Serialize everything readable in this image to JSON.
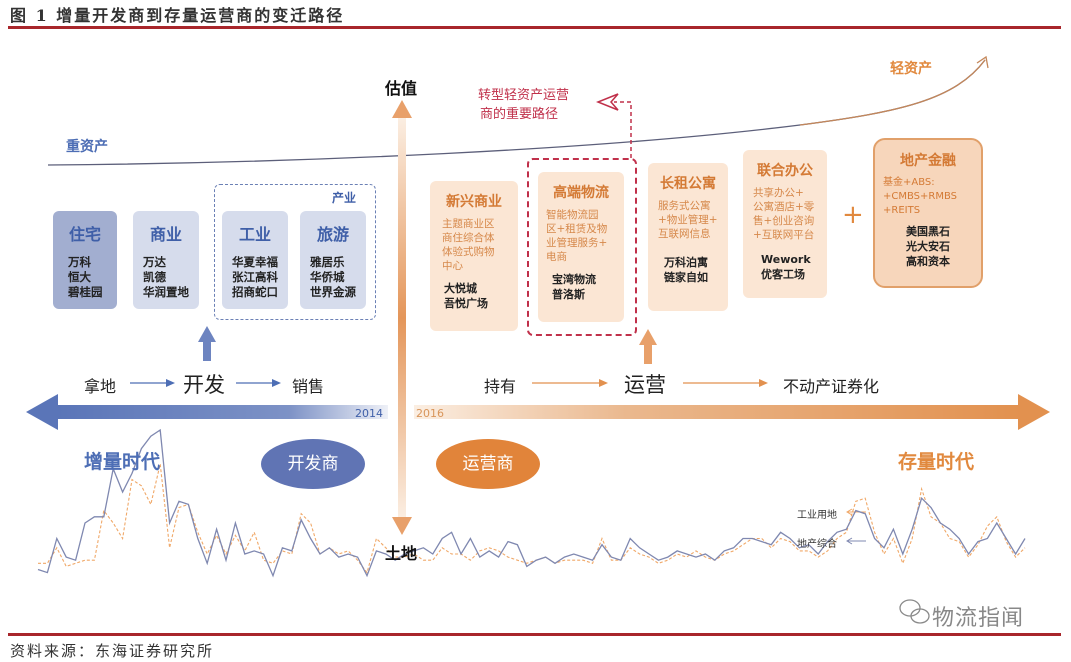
{
  "figure": {
    "title": "图 1  增量开发商到存量运营商的变迁路径",
    "source": "资料来源：东海证券研究所",
    "watermark": "物流指闻"
  },
  "colors": {
    "rule": "#a8262b",
    "blue_accent": "#4d6eb5",
    "orange_accent": "#e1893e",
    "red_path": "#c0304a"
  },
  "vertical_axis": {
    "top": "估值",
    "bottom": "土地"
  },
  "curve": {
    "heavy_label": "重资产",
    "light_label": "轻资产"
  },
  "transform_note": {
    "line1": "转型轻资产运营",
    "line2": "商的重要路径"
  },
  "developer_side": {
    "industry_group_label": "产业",
    "boxes": [
      {
        "title": "住宅",
        "items": [
          "万科",
          "恒大",
          "碧桂园"
        ]
      },
      {
        "title": "商业",
        "items": [
          "万达",
          "凯德",
          "华润置地"
        ]
      },
      {
        "title": "工业",
        "items": [
          "华夏幸福",
          "张江高科",
          "招商蛇口"
        ]
      },
      {
        "title": "旅游",
        "items": [
          "雅居乐",
          "华侨城",
          "世界金源"
        ]
      }
    ],
    "flow": [
      "拿地",
      "开发",
      "销售"
    ],
    "year": "2014",
    "era": "增量时代",
    "role": "开发商"
  },
  "operator_side": {
    "boxes": [
      {
        "title": "新兴商业",
        "desc": [
          "主题商业区",
          "商住综合体",
          "体验式购物",
          "中心"
        ],
        "items": [
          "大悦城",
          "吾悦广场"
        ]
      },
      {
        "title": "高端物流",
        "desc": [
          "智能物流园",
          "区+租赁及物",
          "业管理服务+",
          "电商"
        ],
        "items": [
          "宝湾物流",
          "普洛斯"
        ]
      },
      {
        "title": "长租公寓",
        "desc": [
          "服务式公寓",
          "+物业管理+",
          "互联网信息"
        ],
        "items": [
          "万科泊寓",
          "链家自如"
        ]
      },
      {
        "title": "联合办公",
        "desc": [
          "共享办公+",
          "公寓酒店+零",
          "售+创业咨询",
          "+互联网平台"
        ],
        "items": [
          "Wework",
          "优客工场"
        ]
      }
    ],
    "plus": "+",
    "finance_box": {
      "title": "地产金融",
      "desc": [
        "基金+ABS:",
        "+CMBS+RMBS",
        "+REITS"
      ],
      "items": [
        "美国黑石",
        "光大安石",
        "高和资本"
      ]
    },
    "flow": [
      "持有",
      "运营",
      "不动产证券化"
    ],
    "year": "2016",
    "era": "存量时代",
    "role": "运营商"
  },
  "chart_data": {
    "type": "line",
    "title": "",
    "xlabel": "",
    "ylabel": "",
    "legend": [
      "工业用地",
      "地产综合"
    ],
    "legend_position": "right",
    "grid": false,
    "note": "decorative background index lines, no axis ticks shown; values are relative heights (0-100)",
    "series": [
      {
        "name": "地产综合",
        "style": "solid",
        "color": "#7f88b0",
        "values": [
          10,
          8,
          30,
          18,
          16,
          40,
          44,
          44,
          75,
          60,
          72,
          88,
          96,
          100,
          40,
          54,
          52,
          30,
          14,
          36,
          16,
          40,
          20,
          22,
          20,
          6,
          24,
          22,
          42,
          30,
          20,
          24,
          18,
          20,
          18,
          6,
          22,
          20,
          16,
          20,
          22,
          24,
          20,
          30,
          34,
          20,
          30,
          18,
          22,
          18,
          28,
          26,
          12,
          16,
          18,
          14,
          18,
          20,
          18,
          16,
          26,
          18,
          16,
          30,
          24,
          20,
          16,
          18,
          22,
          20,
          18,
          20,
          16,
          22,
          24,
          30,
          30,
          28,
          26,
          34,
          30,
          24,
          26,
          20,
          28,
          34,
          36,
          48,
          46,
          30,
          24,
          36,
          20,
          36,
          56,
          50,
          40,
          36,
          30,
          20,
          28,
          30,
          40,
          30,
          20,
          30
        ]
      },
      {
        "name": "工业用地",
        "style": "dashed",
        "color": "#f0a868",
        "values": [
          14,
          14,
          24,
          12,
          14,
          16,
          16,
          48,
          40,
          30,
          68,
          64,
          52,
          78,
          24,
          50,
          52,
          34,
          20,
          32,
          20,
          32,
          22,
          34,
          16,
          14,
          22,
          20,
          46,
          40,
          20,
          24,
          20,
          22,
          16,
          8,
          30,
          24,
          18,
          18,
          20,
          16,
          16,
          24,
          20,
          20,
          16,
          22,
          24,
          22,
          18,
          16,
          14,
          16,
          18,
          14,
          16,
          16,
          16,
          14,
          30,
          16,
          16,
          24,
          20,
          18,
          14,
          16,
          20,
          18,
          22,
          18,
          16,
          20,
          22,
          26,
          30,
          30,
          24,
          30,
          28,
          22,
          22,
          18,
          22,
          30,
          34,
          54,
          56,
          34,
          20,
          30,
          14,
          30,
          62,
          44,
          40,
          30,
          28,
          18,
          26,
          38,
          44,
          28,
          18,
          24
        ]
      }
    ]
  }
}
